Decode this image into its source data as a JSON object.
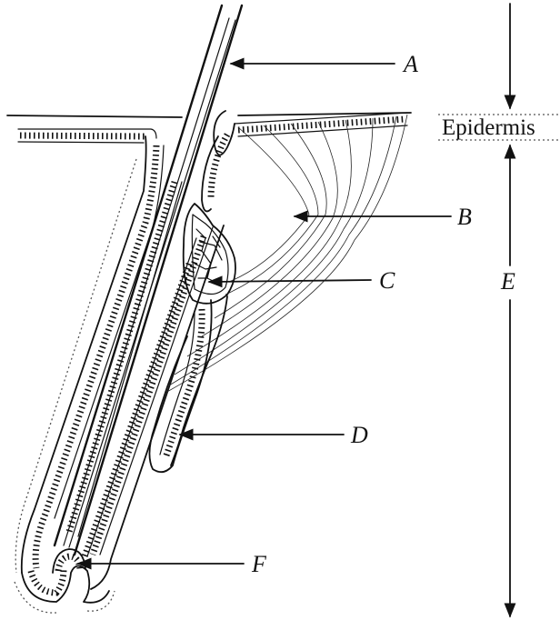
{
  "labels": {
    "a": "A",
    "b": "B",
    "c": "C",
    "d": "D",
    "e": "E",
    "f": "F",
    "epidermis": "Epidermis"
  },
  "colors": {
    "ink": "#111111",
    "background": "#ffffff"
  }
}
